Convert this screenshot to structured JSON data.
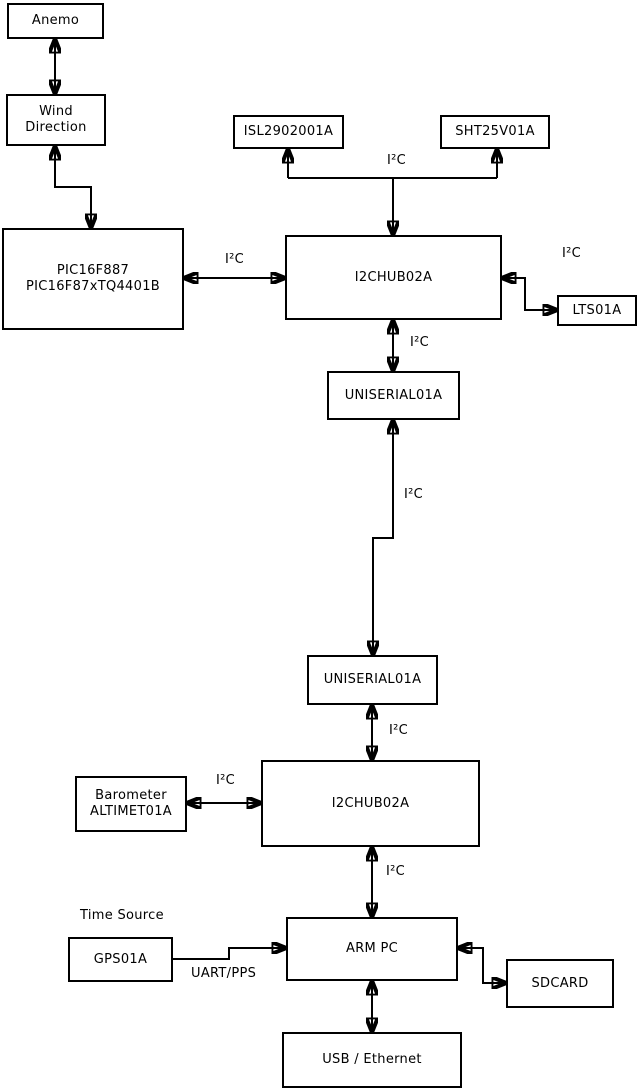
{
  "diagram": {
    "title_hint": "Weather station hardware block diagram",
    "nodes": [
      {
        "id": "anemo",
        "label": "Anemo"
      },
      {
        "id": "wind-direction",
        "label": "Wind\nDirection"
      },
      {
        "id": "pic",
        "label": "PIC16F887\nPIC16F87xTQ4401B"
      },
      {
        "id": "isl2902001a",
        "label": "ISL2902001A"
      },
      {
        "id": "sht25v01a",
        "label": "SHT25V01A"
      },
      {
        "id": "i2chub02a-1",
        "label": "I2CHUB02A"
      },
      {
        "id": "lts01a",
        "label": "LTS01A"
      },
      {
        "id": "uniserial01a-1",
        "label": "UNISERIAL01A"
      },
      {
        "id": "uniserial01a-2",
        "label": "UNISERIAL01A"
      },
      {
        "id": "i2chub02a-2",
        "label": "I2CHUB02A"
      },
      {
        "id": "barometer",
        "label": "Barometer\nALTIMET01A"
      },
      {
        "id": "gps01a",
        "label": "GPS01A"
      },
      {
        "id": "arm-pc",
        "label": "ARM PC"
      },
      {
        "id": "sdcard",
        "label": "SDCARD"
      },
      {
        "id": "usb-ethernet",
        "label": "USB / Ethernet"
      }
    ],
    "edge_labels": {
      "i2c": "I²C",
      "uart_pps": "UART/PPS",
      "time_source": "Time Source"
    },
    "colors": {
      "wire": "#000000",
      "box_border": "#000000",
      "box_fill": "#ffffff",
      "background": "#ffffff"
    }
  }
}
